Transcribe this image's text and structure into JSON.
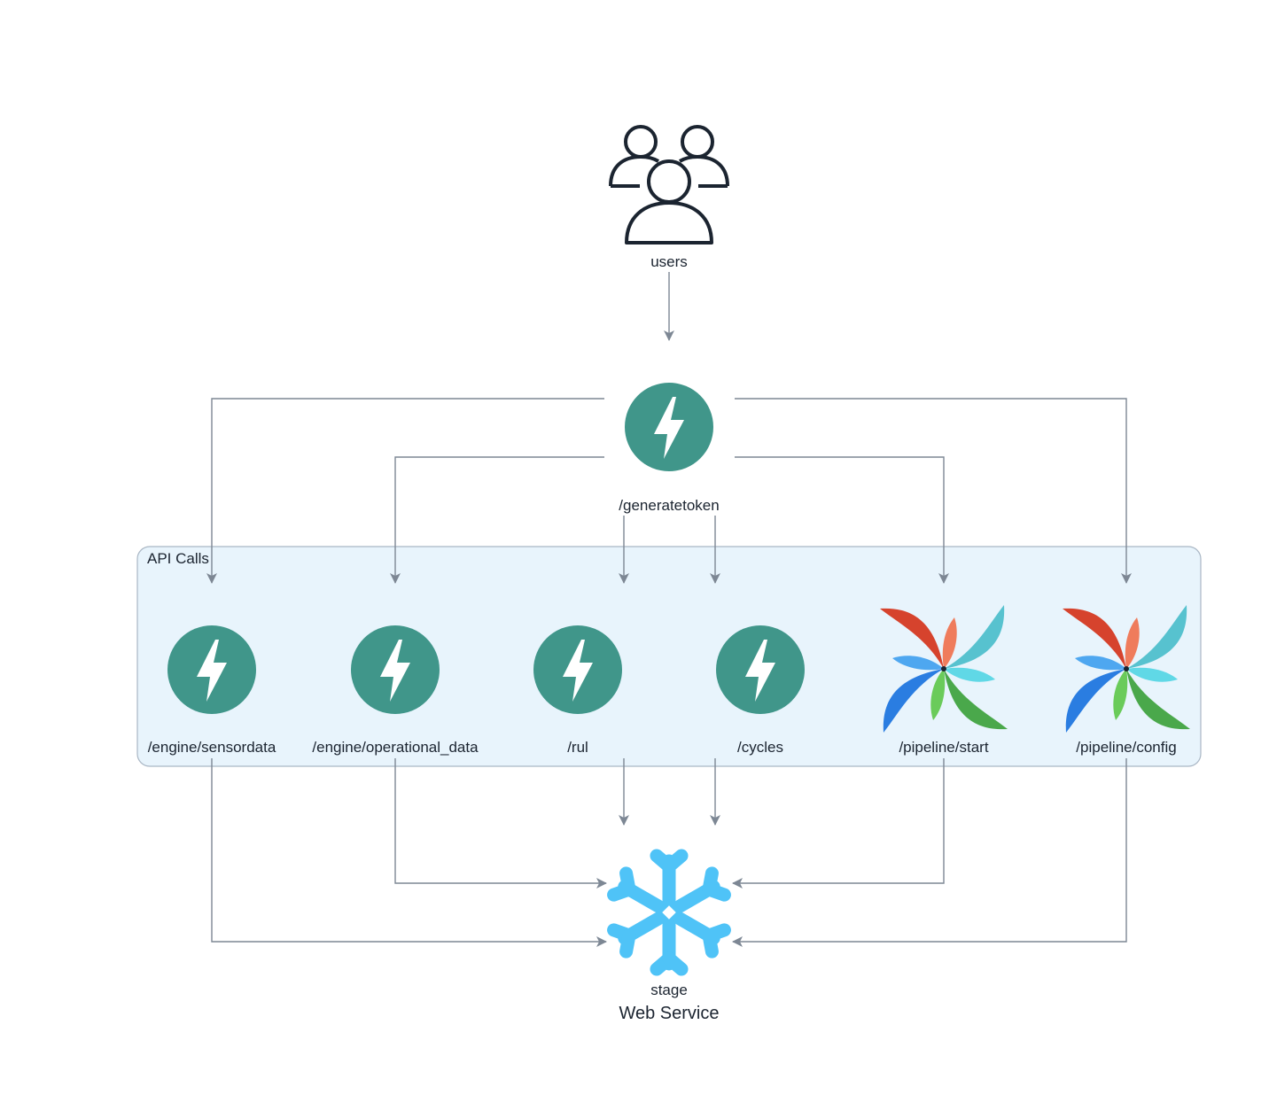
{
  "diagram": {
    "users_label": "users",
    "gateway_label": "/generatetoken",
    "group_label": "API Calls",
    "endpoints": {
      "sensordata": "/engine/sensordata",
      "operational": "/engine/operational_data",
      "rul": "/rul",
      "cycles": "/cycles",
      "pipeline_start": "/pipeline/start",
      "pipeline_config": "/pipeline/config"
    },
    "stage_label": "stage",
    "stage_sublabel": "Web Service"
  },
  "colors": {
    "fastapi": "#40968a",
    "snowflake": "#4fc3f7",
    "group_fill": "#e8f4fc",
    "group_stroke": "#a9b6c4",
    "edge": "#7d8794",
    "text": "#1b2430"
  }
}
